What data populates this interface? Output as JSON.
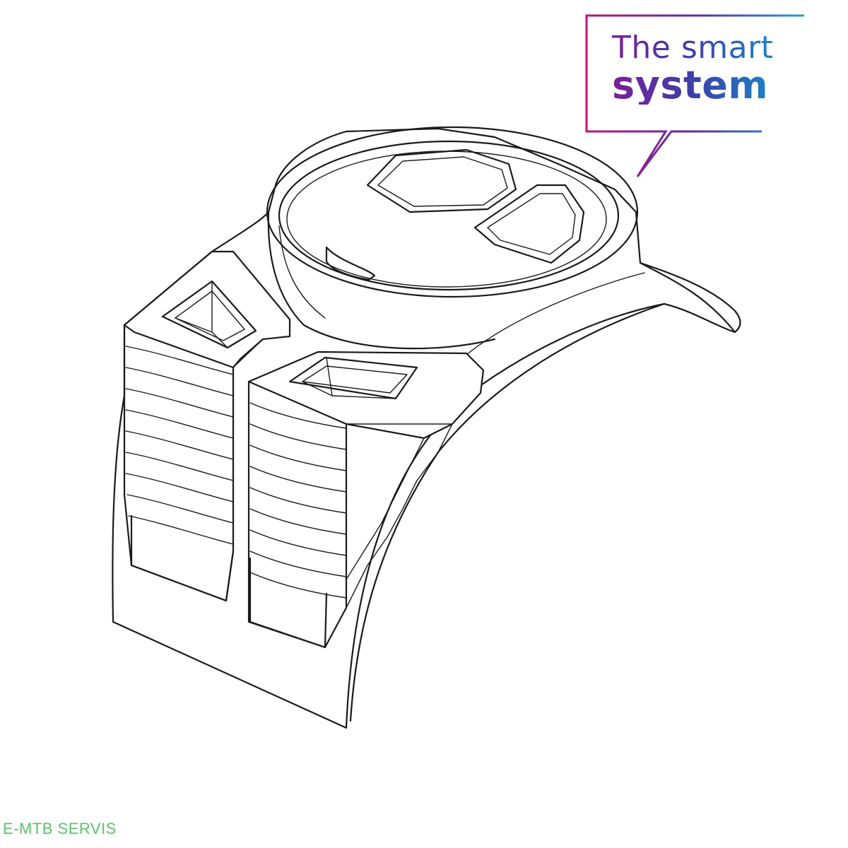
{
  "badge": {
    "line1": "The smart",
    "line2": "system",
    "gradient_colors": [
      "#7a1f9a",
      "#3c3fa8",
      "#1a84c8"
    ]
  },
  "footer": {
    "label": "E-MTB SERVIS",
    "color": "#5bc466"
  },
  "illustration": {
    "subject": "display-mount-bracket-icon"
  }
}
